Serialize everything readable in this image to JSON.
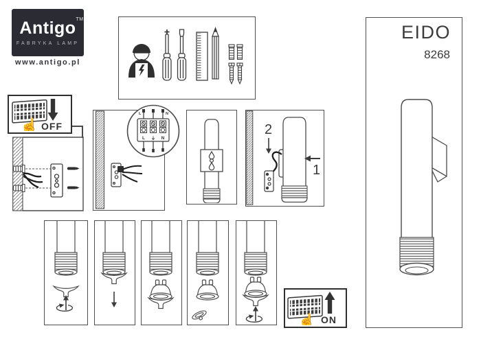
{
  "brand": {
    "name": "Antigo",
    "trademark": "TM",
    "tagline": "FABRYKA LAMP",
    "website": "www.antigo.pl",
    "logo_bg": "#2a2b33"
  },
  "product": {
    "name": "EIDO",
    "model": "8268"
  },
  "power": {
    "off": "OFF",
    "on": "ON"
  },
  "mount_steps": {
    "step1": "1",
    "step2": "2"
  },
  "wiring": {
    "live": "L",
    "earth": "⏚",
    "neutral": "N"
  },
  "icons": {
    "hand": "☝",
    "electrician-icon": "installer with lightning-bolt bib",
    "phillips-screwdriver-icon": "cross-head screwdriver",
    "flat-screwdriver-icon": "flat-head screwdriver",
    "ruler-icon": "ruler",
    "pencil-icon": "pencil",
    "wall-plug-icon": "two wall anchor plugs",
    "screw-icon": "two mounting screws",
    "breaker-panel-icon": "fuse box / circuit breakers",
    "magnifier-circle": "terminal block close-up",
    "gu10-bulb-icon": "GU10 halogen bulb",
    "retaining-ring-icon": "threaded retaining ring"
  },
  "colors": {
    "line": "#4a4a4a",
    "wire": "#1d1d1d",
    "paper": "#ffffff",
    "logo_bg": "#2a2b33"
  }
}
